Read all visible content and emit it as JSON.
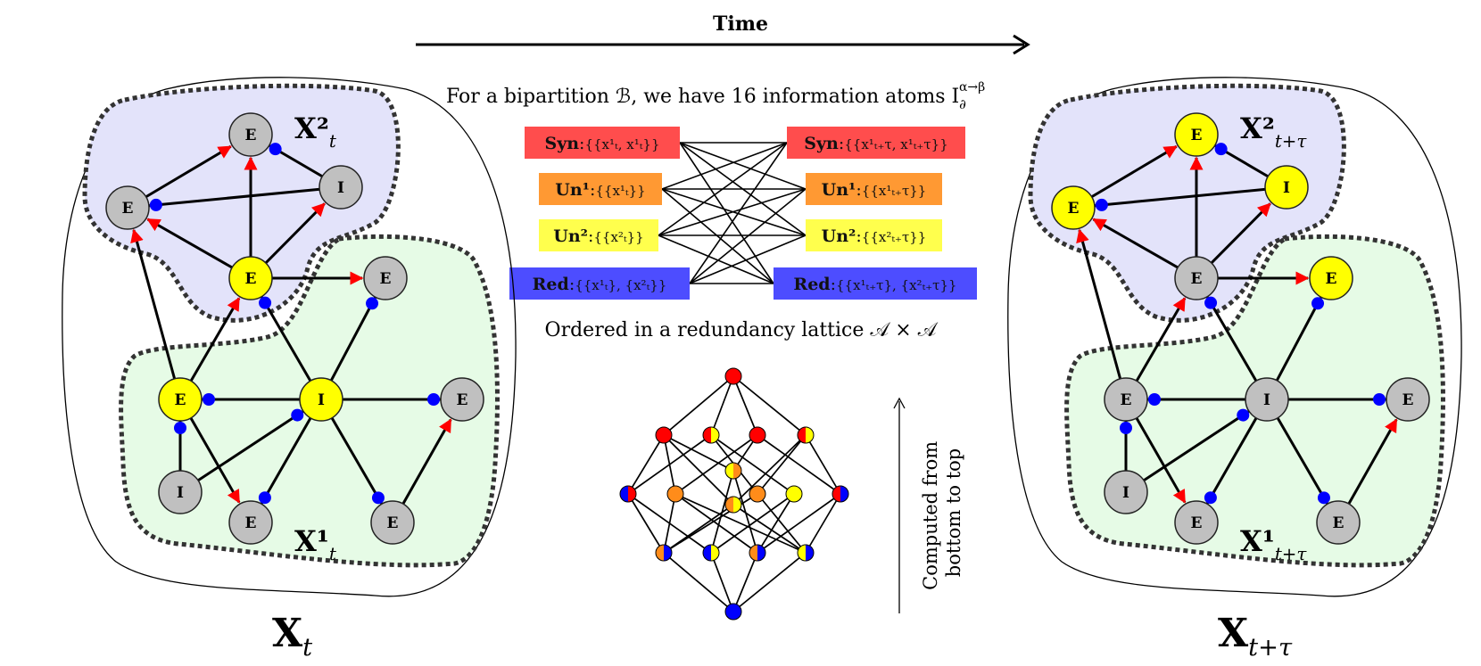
{
  "time_label": "Time",
  "intro_text": "For a bipartition ℬ, we have 16 information atoms I",
  "intro_sub": "∂",
  "intro_sup": "α→β",
  "lattice_caption": "Ordered in a redundancy lattice 𝒜 × 𝒜",
  "computed_text": [
    "Computed from",
    "bottom to top"
  ],
  "colors": {
    "yellow": "#ffff00",
    "gray": "#c0c0c0",
    "blue": "#0000ff",
    "red": "#ff0000",
    "orange": "#ff8c1a",
    "syn": "#ff4d4d",
    "un1": "#ff9933",
    "un2": "#ffff4d",
    "red_atom": "#4d4dff",
    "purple_region": "#e3e3fa",
    "green_region": "#e6fbe6"
  },
  "atoms_left": [
    {
      "name": "Syn",
      "sep": ":",
      "formula": "{{x¹ₜ, x¹ₜ}}",
      "color": "#ff4d4d",
      "text": "#111111"
    },
    {
      "name": "Un¹",
      "sep": ":",
      "formula": "{{x¹ₜ}}",
      "color": "#ff9933",
      "text": "#111111"
    },
    {
      "name": "Un²",
      "sep": ":",
      "formula": "{{x²ₜ}}",
      "color": "#ffff4d",
      "text": "#111111"
    },
    {
      "name": "Red",
      "sep": ":",
      "formula": "{{x¹ₜ}, {x²ₜ}}",
      "color": "#4d4dff",
      "text": "#111111"
    }
  ],
  "atoms_right": [
    {
      "name": "Syn",
      "sep": ":",
      "formula": "{{x¹ₜ₊τ, x¹ₜ₊τ}}",
      "color": "#ff4d4d",
      "text": "#111111"
    },
    {
      "name": "Un¹",
      "sep": ":",
      "formula": "{{x¹ₜ₊τ}}",
      "color": "#ff9933",
      "text": "#111111"
    },
    {
      "name": "Un²",
      "sep": ":",
      "formula": "{{x²ₜ₊τ}}",
      "color": "#ffff4d",
      "text": "#111111"
    },
    {
      "name": "Red",
      "sep": ":",
      "formula": "{{x¹ₜ₊τ}, {x²ₜ₊τ}}",
      "color": "#4d4dff",
      "text": "#111111"
    }
  ],
  "left_panel": {
    "label": "X",
    "label_sub": "t",
    "region2_label": "X²",
    "region2_sub": "t",
    "region1_label": "X¹",
    "region1_sub": "t"
  },
  "right_panel": {
    "label": "X",
    "label_sub": "t+τ",
    "region2_label": "X²",
    "region2_sub": "t+τ",
    "region1_label": "X¹",
    "region1_sub": "t+τ"
  },
  "left_nodes": [
    {
      "id": "a",
      "label": "E",
      "fill": "gray"
    },
    {
      "id": "b",
      "label": "E",
      "fill": "gray"
    },
    {
      "id": "c",
      "label": "I",
      "fill": "gray"
    },
    {
      "id": "d",
      "label": "E",
      "fill": "yellow"
    },
    {
      "id": "e",
      "label": "E",
      "fill": "gray"
    },
    {
      "id": "f",
      "label": "E",
      "fill": "yellow"
    },
    {
      "id": "g",
      "label": "I",
      "fill": "yellow"
    },
    {
      "id": "h",
      "label": "E",
      "fill": "gray"
    },
    {
      "id": "i",
      "label": "I",
      "fill": "gray"
    },
    {
      "id": "j",
      "label": "E",
      "fill": "gray"
    },
    {
      "id": "k",
      "label": "E",
      "fill": "gray"
    }
  ],
  "right_nodes": [
    {
      "id": "a",
      "label": "E",
      "fill": "yellow"
    },
    {
      "id": "b",
      "label": "E",
      "fill": "yellow"
    },
    {
      "id": "c",
      "label": "I",
      "fill": "yellow"
    },
    {
      "id": "d",
      "label": "E",
      "fill": "gray"
    },
    {
      "id": "e",
      "label": "E",
      "fill": "yellow"
    },
    {
      "id": "f",
      "label": "E",
      "fill": "gray"
    },
    {
      "id": "g",
      "label": "I",
      "fill": "gray"
    },
    {
      "id": "h",
      "label": "E",
      "fill": "gray"
    },
    {
      "id": "i",
      "label": "I",
      "fill": "gray"
    },
    {
      "id": "j",
      "label": "E",
      "fill": "gray"
    },
    {
      "id": "k",
      "label": "E",
      "fill": "gray"
    }
  ],
  "lattice_nodes": [
    {
      "id": "top",
      "colors": [
        "red"
      ]
    },
    {
      "id": "r2a",
      "colors": [
        "red"
      ]
    },
    {
      "id": "r2b",
      "colors": [
        "red",
        "yellow"
      ]
    },
    {
      "id": "r2c",
      "colors": [
        "red"
      ]
    },
    {
      "id": "r2d",
      "colors": [
        "red",
        "yellow"
      ]
    },
    {
      "id": "r3",
      "colors": [
        "yellow",
        "orange"
      ]
    },
    {
      "id": "r4a",
      "colors": [
        "blue",
        "red"
      ]
    },
    {
      "id": "r4b",
      "colors": [
        "orange"
      ]
    },
    {
      "id": "r4c",
      "colors": [
        "orange",
        "yellow"
      ]
    },
    {
      "id": "r4d",
      "colors": [
        "orange"
      ]
    },
    {
      "id": "r4e",
      "colors": [
        "yellow"
      ]
    },
    {
      "id": "r4f",
      "colors": [
        "red",
        "blue"
      ]
    },
    {
      "id": "r5a",
      "colors": [
        "orange",
        "blue"
      ]
    },
    {
      "id": "r5b",
      "colors": [
        "blue",
        "yellow"
      ]
    },
    {
      "id": "r5c",
      "colors": [
        "orange",
        "blue"
      ]
    },
    {
      "id": "r5d",
      "colors": [
        "yellow",
        "blue"
      ]
    },
    {
      "id": "bot",
      "colors": [
        "blue"
      ]
    }
  ]
}
